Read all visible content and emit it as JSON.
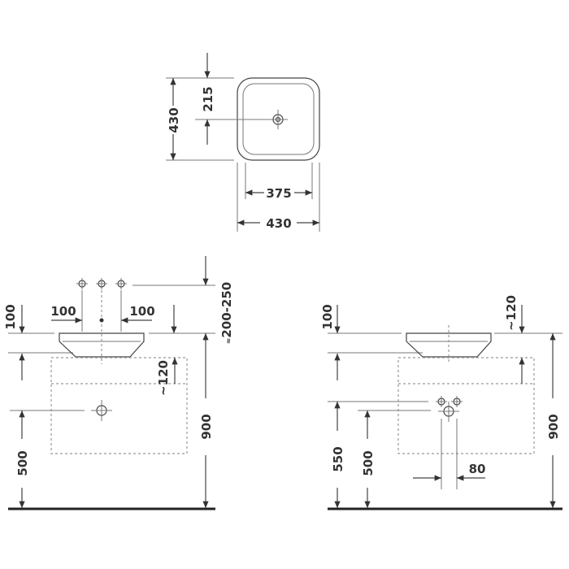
{
  "top_view": {
    "height": "430",
    "half_height": "215",
    "inner_width": "375",
    "width": "430"
  },
  "left_view": {
    "counter_to_basin": "100",
    "tap_spacing_left": "100",
    "tap_spacing_right": "100",
    "tap_height": "200-250",
    "tap_height_prefix": "≈",
    "overflow": "~120",
    "total_height": "900",
    "drain_height": "500"
  },
  "right_view": {
    "counter_to_basin": "100",
    "overflow": "~120",
    "total_height": "900",
    "supply_height": "550",
    "drain_height": "500",
    "supply_spacing": "80"
  }
}
